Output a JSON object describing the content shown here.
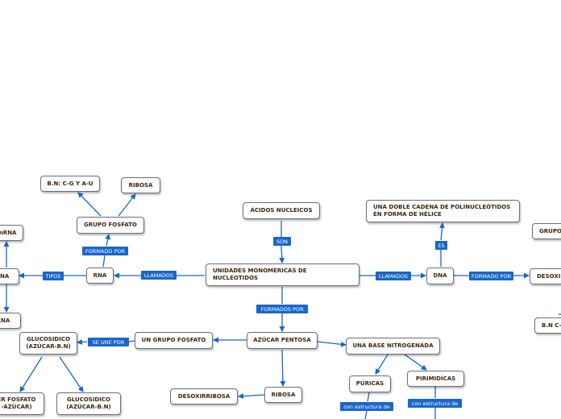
{
  "colors": {
    "edge": "#1a66c9",
    "label_bg": "#1a66c9",
    "label_text": "#ffffff",
    "node_text": "#3b2612"
  },
  "nodes": {
    "acidos_nucleicos": "ÁCIDOS NUCLEICOS",
    "unidades_1": "UNIDADES MONOMERICAS DE",
    "unidades_2": "NUCLEOTIDOS",
    "rna": "RNA",
    "dna": "DNA",
    "grupo_fosfato_rna": "GRUPO FOSFATO",
    "bn_cg_au": "B.N: C-G Y A-U",
    "ribosa_top": "RIBOSA",
    "mrna": "mRNA",
    "rna_left_1": "RNA",
    "rna_left_2": "RNA",
    "doble_cadena_1": "UNA DOBLE CADENA DE POLINUCLEÓTIDOS",
    "doble_cadena_2": "EN FORMA DE HÉLICE",
    "grupo_right": "GRUPO",
    "desoxi_right": "DESOXI",
    "bn_c_right": "B.N C-",
    "azucar_pentosa": "AZÚCAR PENTOSA",
    "un_grupo_fosfato": "UN GRUPO FOSFATO",
    "glucosidico_1a": "GLUCOSIDICO",
    "glucosidico_1b": "(AZÚCAR-B.N)",
    "er_fosfato_a": "ER FOSFATO",
    "er_fosfato_b": "-AZÚCAR)",
    "glucosidico_2a": "GLUCOSIDICO",
    "glucosidico_2b": "(AZÚCAR-B.N)",
    "base_nitrogenada": "UNA BASE NITROGENADA",
    "puricas": "PÚRICAS",
    "pirimidicas": "PIRIMIDÍCAS",
    "desoxirribosa": "DESOXIRRIBOSA",
    "ribosa_bottom": "RIBOSA"
  },
  "labels": {
    "son": "SON",
    "llamados_left": "LLAMADOS",
    "llamados_right": "LLAMADOS",
    "formado_por_rna": "FORMADO POR",
    "formado_por_dna": "FORMADO POR",
    "tipos": "TIPOS",
    "es": "ES",
    "formados_por": "FORMADOS POR",
    "se_une_por": "SE UNE POR",
    "estructura_1": "con estructura de",
    "estructura_2": "con estructura de"
  }
}
